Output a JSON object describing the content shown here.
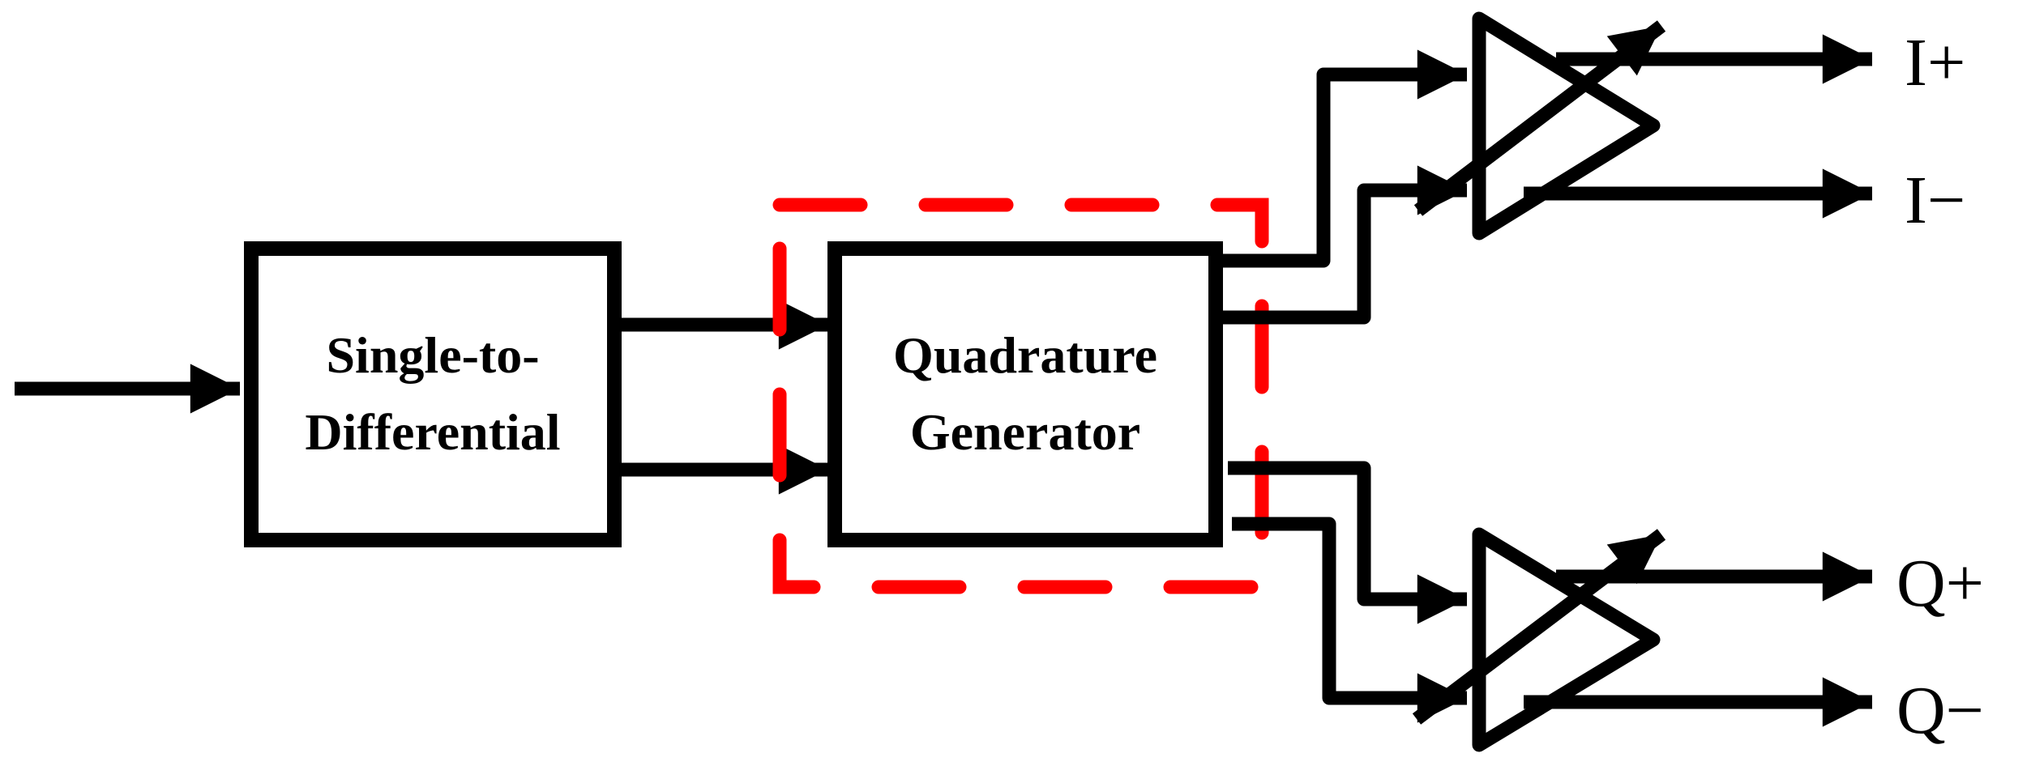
{
  "blocks": {
    "single_to_differential": {
      "line1": "Single-to-",
      "line2": "Differential"
    },
    "quadrature_generator": {
      "line1": "Quadrature",
      "line2": "Generator"
    }
  },
  "outputs": {
    "i_plus": "I+",
    "i_minus": "I−",
    "q_plus": "Q+",
    "q_minus": "Q−"
  },
  "colors": {
    "line": "#000000",
    "highlight": "#ff0000",
    "background": "#ffffff"
  }
}
